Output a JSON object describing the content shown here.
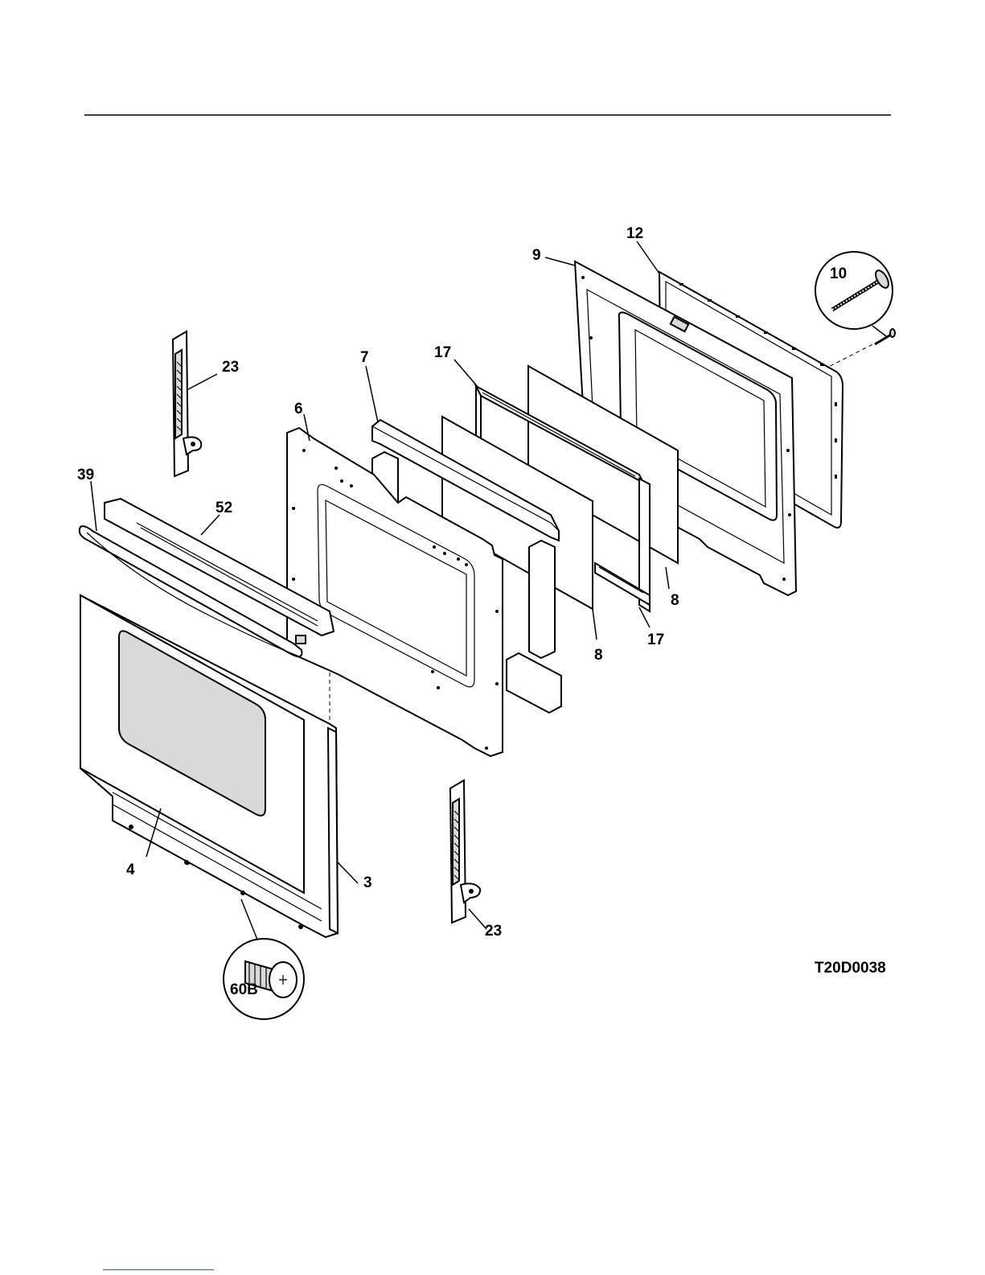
{
  "diagram_code": "T20D0038",
  "callouts": {
    "c3": "3",
    "c4": "4",
    "c6": "6",
    "c7": "7",
    "c8a": "8",
    "c8b": "8",
    "c9": "9",
    "c10": "10",
    "c12": "12",
    "c17a": "17",
    "c17b": "17",
    "c23a": "23",
    "c23b": "23",
    "c39": "39",
    "c52": "52",
    "c60b": "60B"
  },
  "icons": {
    "hinge": "door-hinge-icon",
    "screw": "screw-icon",
    "bolt": "bolt-icon"
  }
}
